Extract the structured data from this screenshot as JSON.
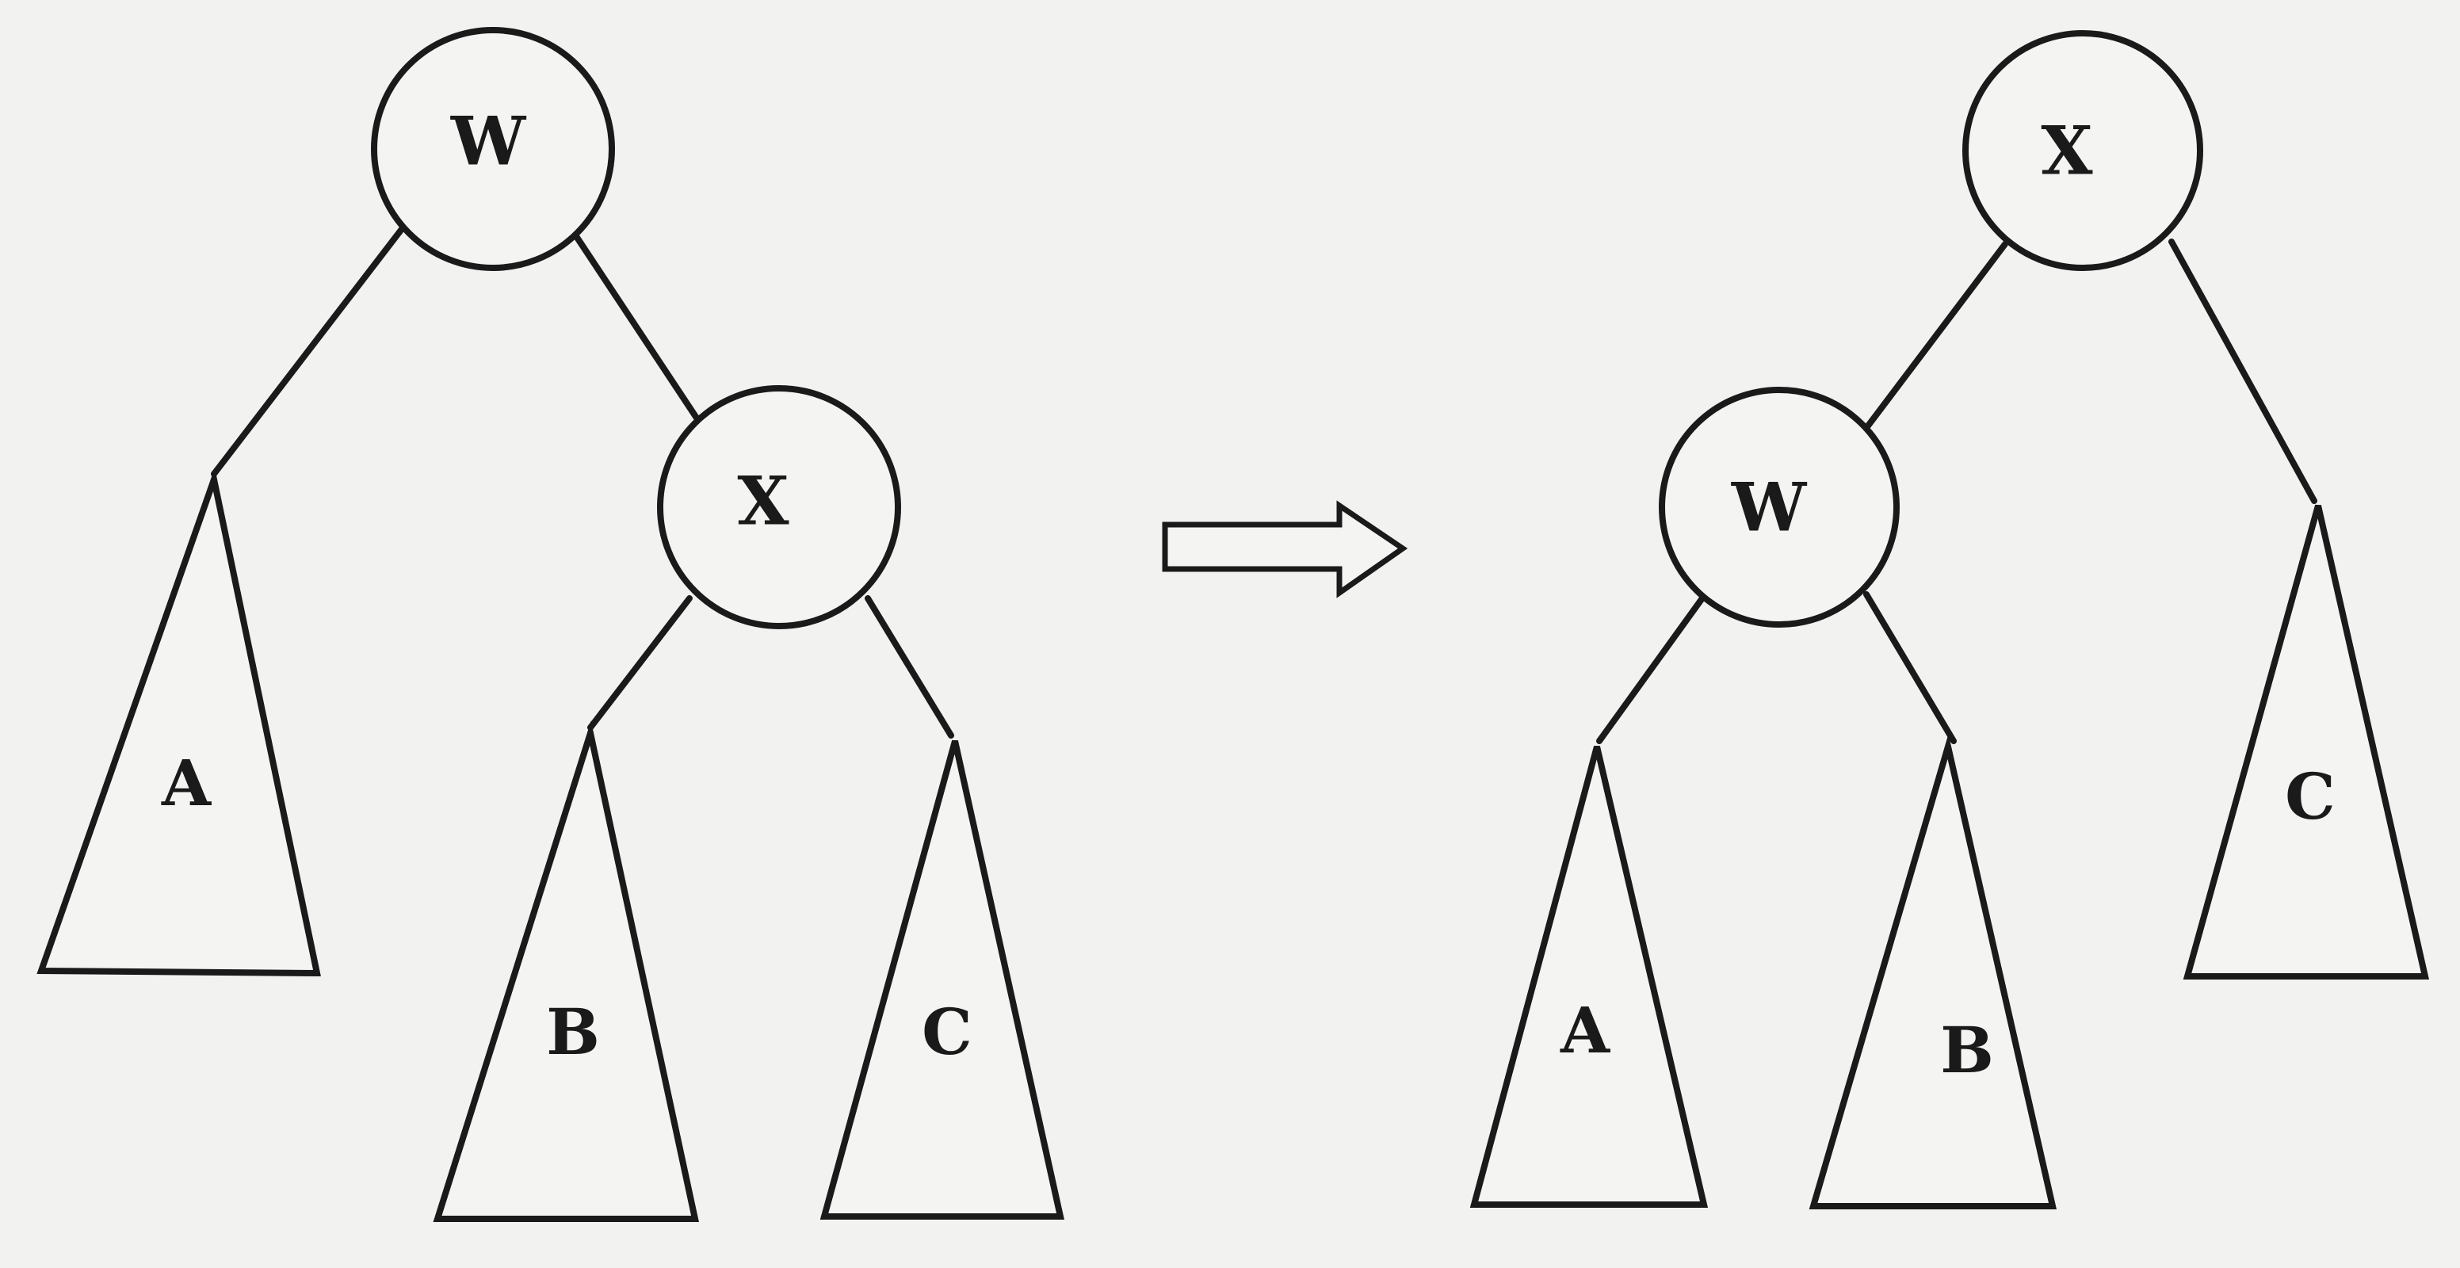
{
  "before_tree": {
    "root": "W",
    "child": "X",
    "subtrees": [
      "A",
      "B",
      "C"
    ]
  },
  "after_tree": {
    "root": "X",
    "child": "W",
    "subtrees": [
      "A",
      "B",
      "C"
    ]
  },
  "colors": {
    "stroke": "#1a1a1a",
    "background": "#f2f2f0"
  },
  "icons": {
    "transform_arrow": "right-arrow-icon"
  }
}
